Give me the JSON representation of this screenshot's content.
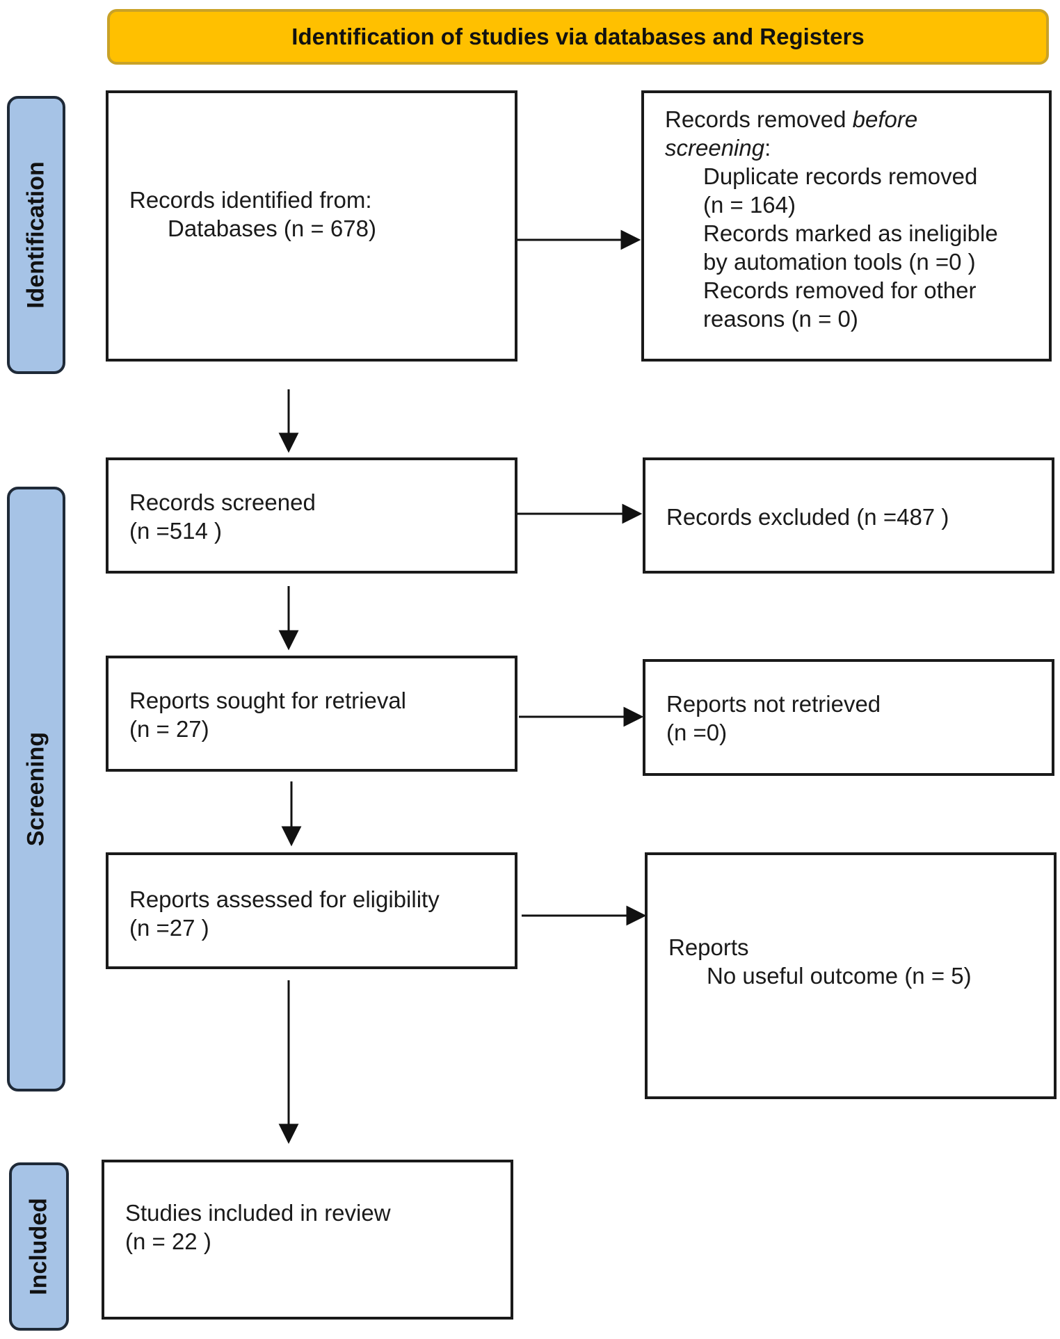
{
  "header": {
    "title": "Identification of studies via databases and Registers"
  },
  "phases": {
    "identification": "Identification",
    "screening": "Screening",
    "included": "Included"
  },
  "boxes": {
    "records_identified": {
      "line1": "Records identified from:",
      "line2": "Databases (n = 678)"
    },
    "records_removed": {
      "title_a": "Records removed ",
      "title_em1": "before",
      "title_em2": "screening",
      "title_colon": ":",
      "line1": "Duplicate records removed",
      "line2": "(n = 164)",
      "line3": "Records marked as ineligible",
      "line4": "by automation tools (n =0 )",
      "line5": "Records removed for other",
      "line6": "reasons (n = 0)"
    },
    "records_screened": {
      "line1": "Records screened",
      "line2": "(n =514 )"
    },
    "records_excluded": {
      "line1": "Records excluded (n =487 )"
    },
    "reports_sought": {
      "line1": "Reports sought for retrieval",
      "line2": "(n = 27)"
    },
    "reports_not_retrieved": {
      "line1": "Reports not retrieved",
      "line2": "(n =0)"
    },
    "reports_assessed": {
      "line1": "Reports assessed for eligibility",
      "line2": "(n =27 )"
    },
    "reports_excluded": {
      "line1": "Reports",
      "line2": "No useful outcome (n = 5)"
    },
    "studies_included": {
      "line1": "Studies included in review",
      "line2": "(n = 22 )"
    }
  }
}
